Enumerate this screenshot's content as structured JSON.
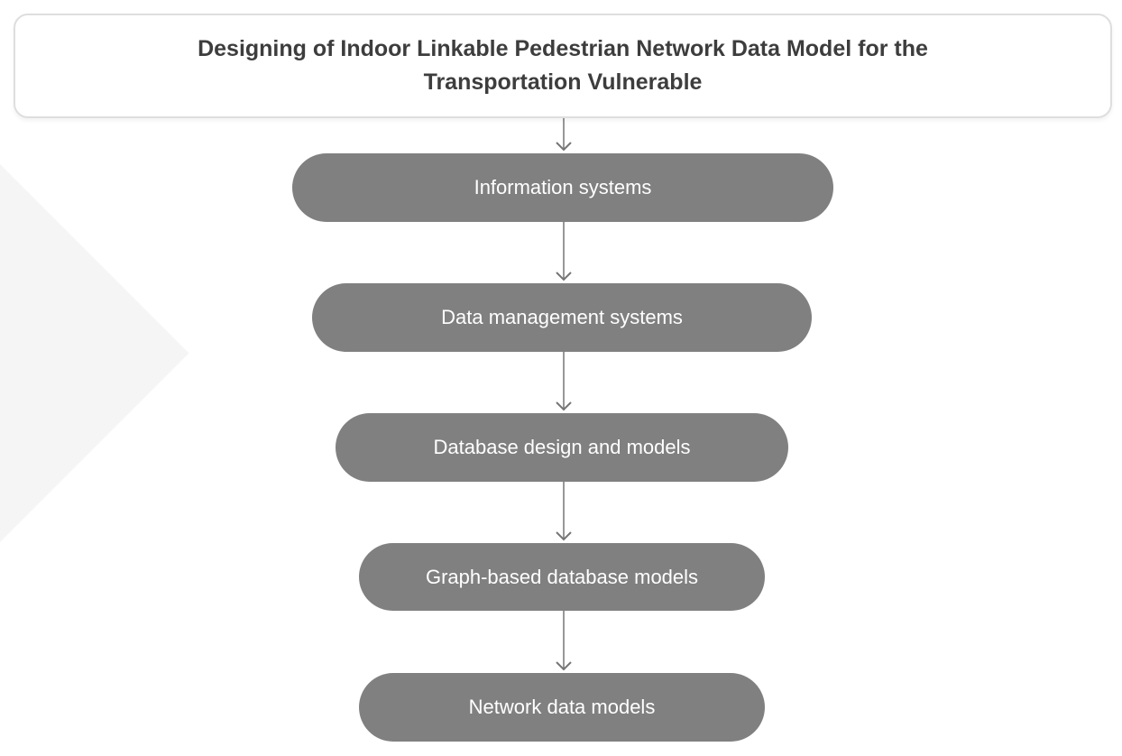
{
  "diagram": {
    "type": "flowchart",
    "title": {
      "lines": [
        "Designing of Indoor Linkable Pedestrian Network Data Model for the",
        "Transportation Vulnerable"
      ]
    },
    "nodes": [
      {
        "label": "Information systems"
      },
      {
        "label": "Data management systems"
      },
      {
        "label": "Database design and models"
      },
      {
        "label": "Graph-based database models"
      },
      {
        "label": "Network data models"
      }
    ],
    "connections": [
      {
        "from": "title",
        "to": "Information systems"
      },
      {
        "from": "Information systems",
        "to": "Data management systems"
      },
      {
        "from": "Data management systems",
        "to": "Database design and models"
      },
      {
        "from": "Database design and models",
        "to": "Graph-based database models"
      },
      {
        "from": "Graph-based database models",
        "to": "Network data models"
      }
    ],
    "colors": {
      "background": "#ffffff",
      "node_fill": "#808080",
      "node_text": "#ffffff",
      "title_text": "#3d3d3d",
      "title_box_border": "#dedede",
      "arrow": "#757575",
      "watermark": "#f5f5f5"
    }
  }
}
